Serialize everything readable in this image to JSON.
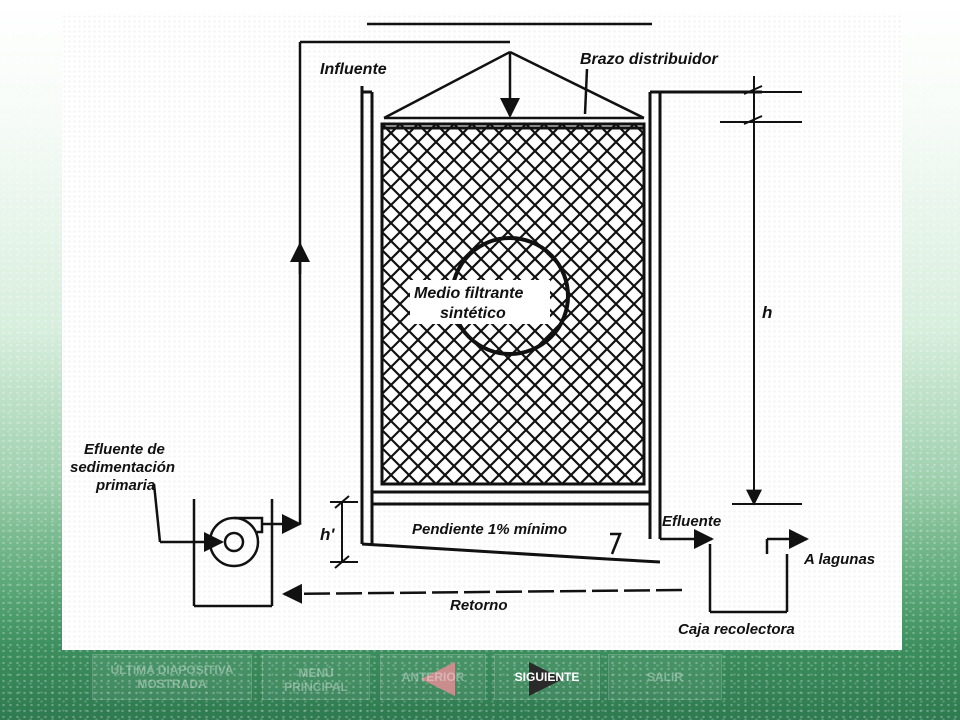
{
  "diagram": {
    "labels": {
      "influente": "Influente",
      "brazo": "Brazo distribuidor",
      "medio_line1": "Medio filtrante",
      "medio_line2": "sintético",
      "h": "h",
      "h_prime": "h'",
      "efluente_sed_1": "Efluente de",
      "efluente_sed_2": "sedimentación",
      "efluente_sed_3": "primaria",
      "pendiente": "Pendiente 1% mínimo",
      "efluente": "Efluente",
      "a_lagunas": "A lagunas",
      "retorno": "Retorno",
      "caja": "Caja recolectora"
    }
  },
  "nav": {
    "ultima": "ÚLTIMA DIAPOSITIVA MOSTRADA",
    "menu": "MENÚ PRINCIPAL",
    "anterior": "ANTERIOR",
    "siguiente": "SIGUIENTE",
    "salir": "SALIR"
  },
  "colors": {
    "accent_green": "#2f7a50",
    "line": "#111111"
  }
}
